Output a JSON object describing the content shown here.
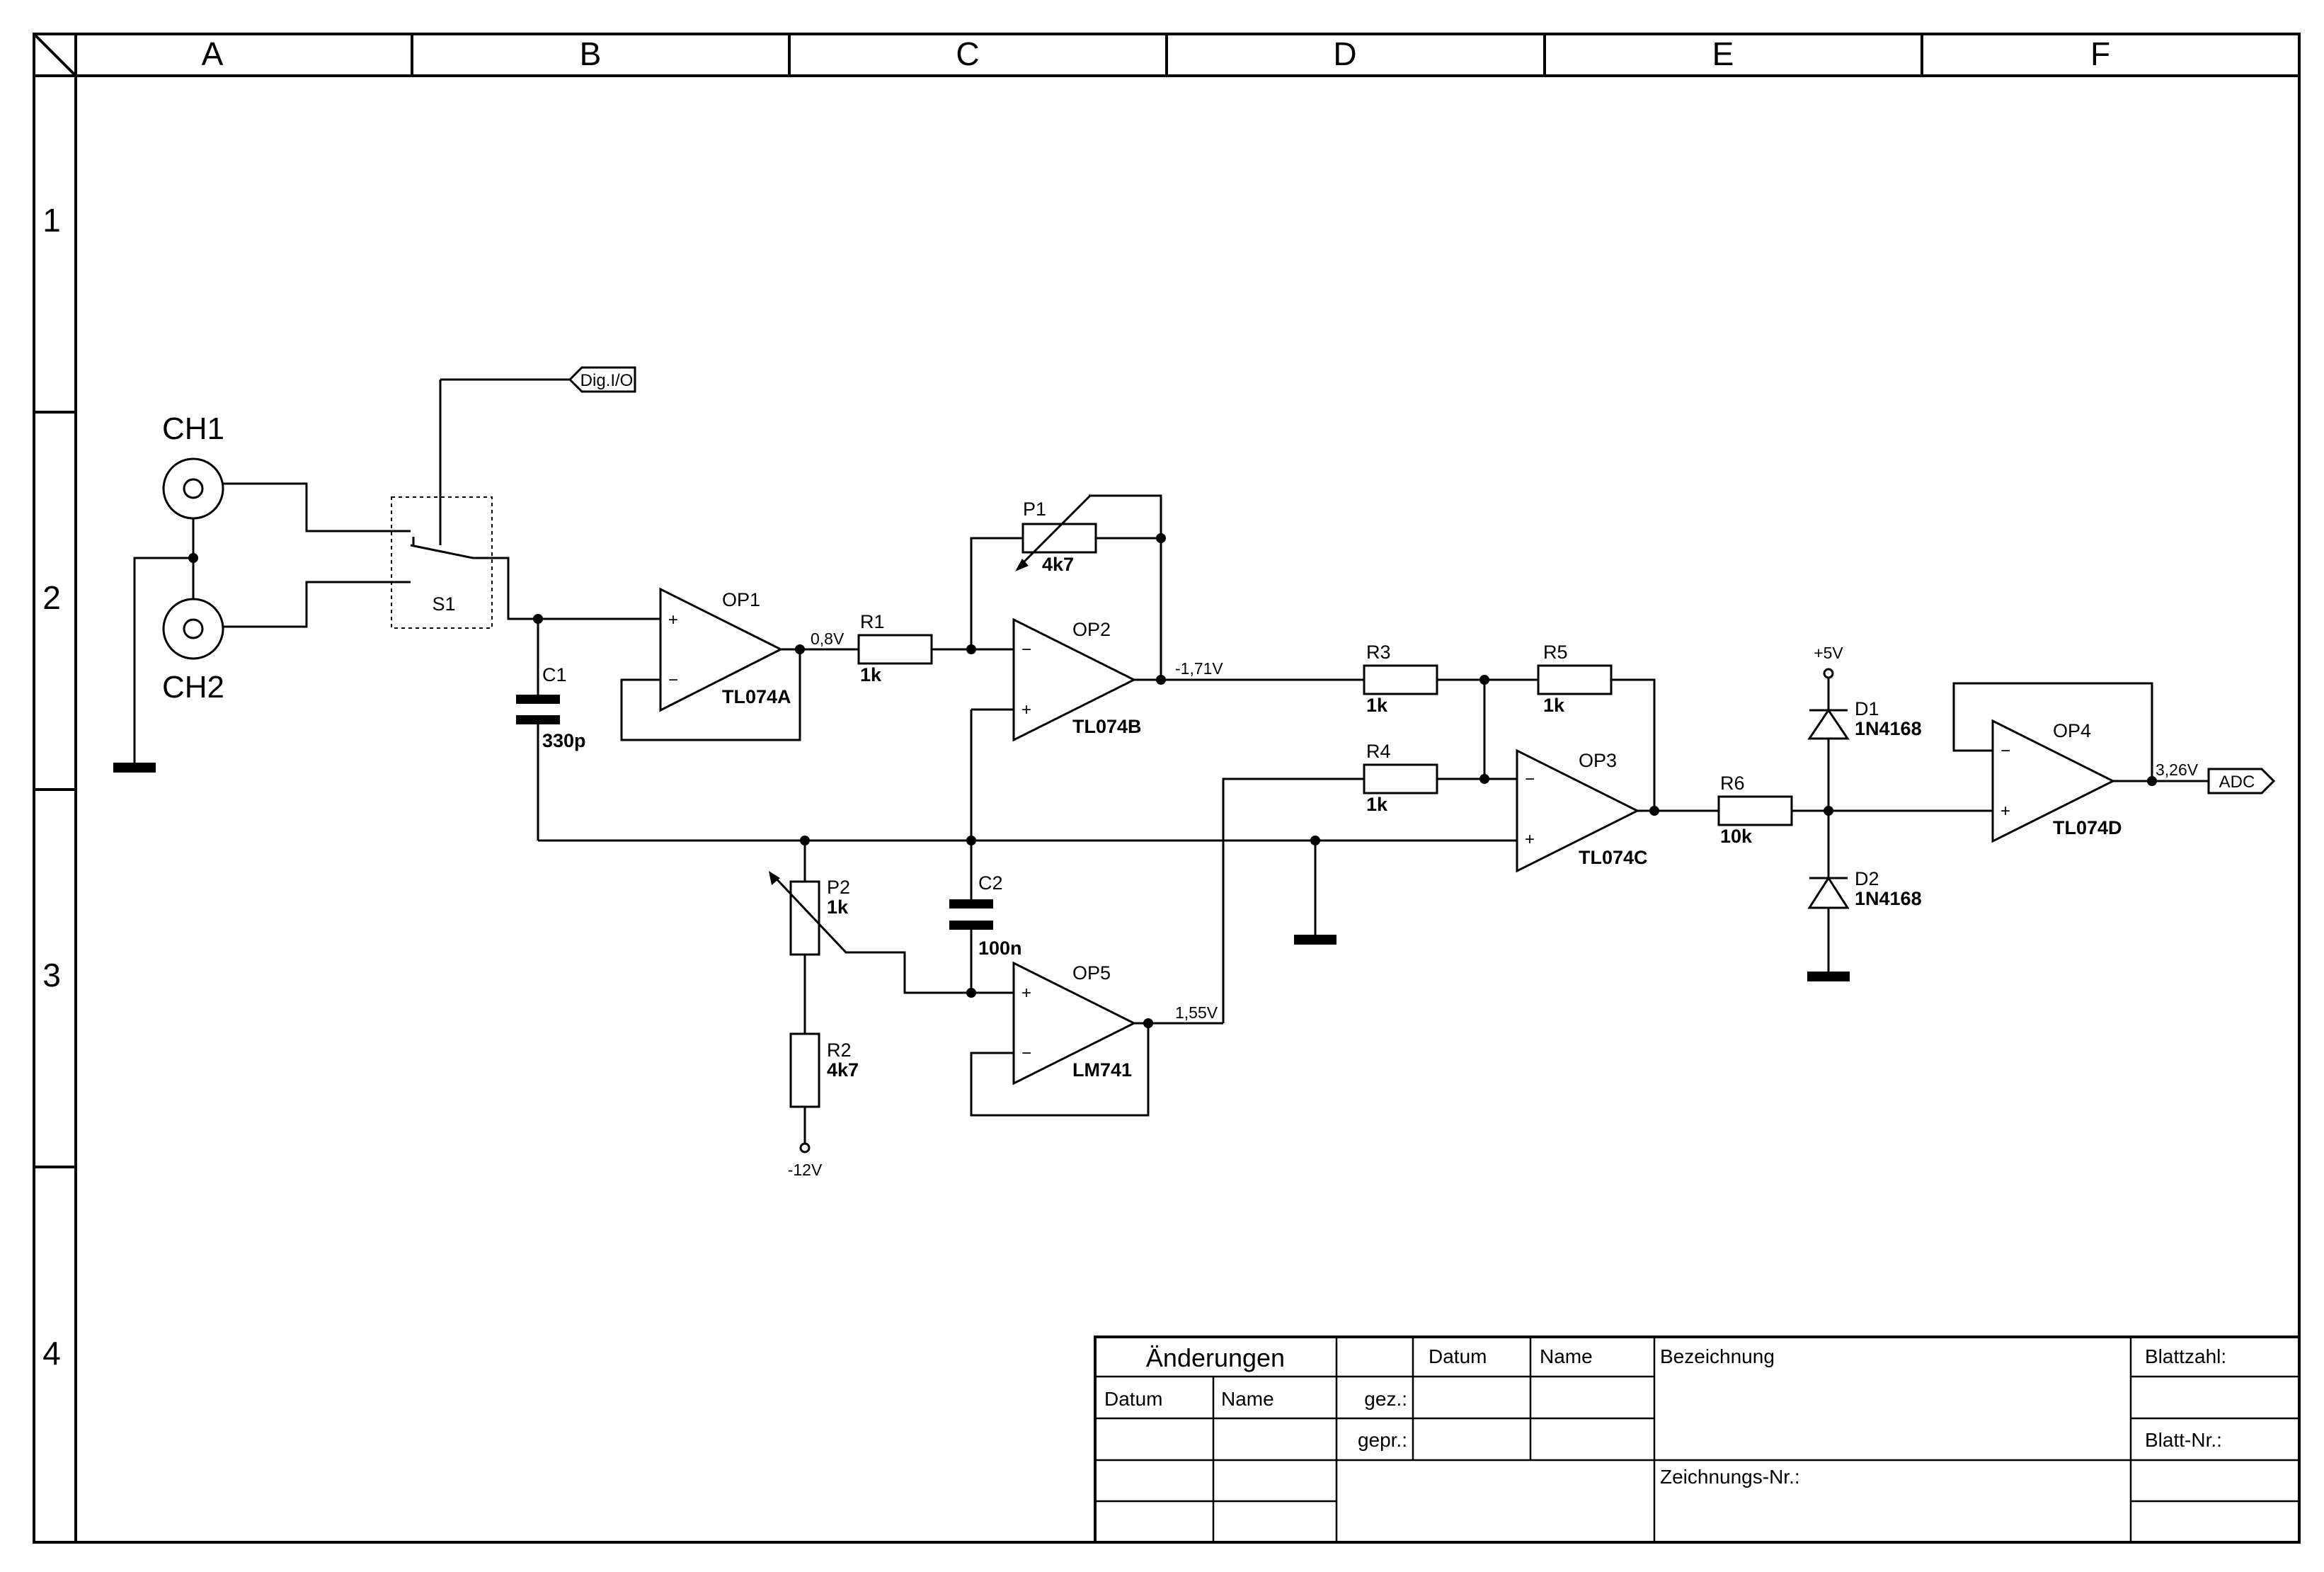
{
  "zones": {
    "cols": [
      "A",
      "B",
      "C",
      "D",
      "E",
      "F"
    ],
    "rows": [
      "1",
      "2",
      "3",
      "4"
    ]
  },
  "connectors": {
    "ch1": "CH1",
    "ch2": "CH2"
  },
  "ports": {
    "digio": "Dig.I/O",
    "adc": "ADC"
  },
  "parts": {
    "s1": "S1",
    "c1": {
      "ref": "C1",
      "value": "330p"
    },
    "c2": {
      "ref": "C2",
      "value": "100n"
    },
    "op1": {
      "ref": "OP1",
      "type": "TL074A"
    },
    "op2": {
      "ref": "OP2",
      "type": "TL074B"
    },
    "op3": {
      "ref": "OP3",
      "type": "TL074C"
    },
    "op4": {
      "ref": "OP4",
      "type": "TL074D"
    },
    "op5": {
      "ref": "OP5",
      "type": "LM741"
    },
    "r1": {
      "ref": "R1",
      "value": "1k"
    },
    "r2": {
      "ref": "R2",
      "value": "4k7"
    },
    "r3": {
      "ref": "R3",
      "value": "1k"
    },
    "r4": {
      "ref": "R4",
      "value": "1k"
    },
    "r5": {
      "ref": "R5",
      "value": "1k"
    },
    "r6": {
      "ref": "R6",
      "value": "10k"
    },
    "p1": {
      "ref": "P1",
      "value": "4k7"
    },
    "p2": {
      "ref": "P2",
      "value": "1k"
    },
    "d1": {
      "ref": "D1",
      "type": "1N4168"
    },
    "d2": {
      "ref": "D2",
      "type": "1N4168"
    }
  },
  "pins": {
    "plus": "+",
    "minus": "−"
  },
  "voltages": {
    "op1_out": "0,8V",
    "op2_out": "-1,71V",
    "op5_out": "1,55V",
    "op4_out": "3,26V",
    "vcc": "+5V",
    "vee": "-12V"
  },
  "title_block": {
    "changes": "Änderungen",
    "date": "Datum",
    "name": "Name",
    "drawn": "gez.:",
    "checked": "gepr.:",
    "designation": "Bezeichnung",
    "sheet_count": "Blattzahl:",
    "sheet_no": "Blatt-Nr.:",
    "drawing_no": "Zeichnungs-Nr.:"
  }
}
